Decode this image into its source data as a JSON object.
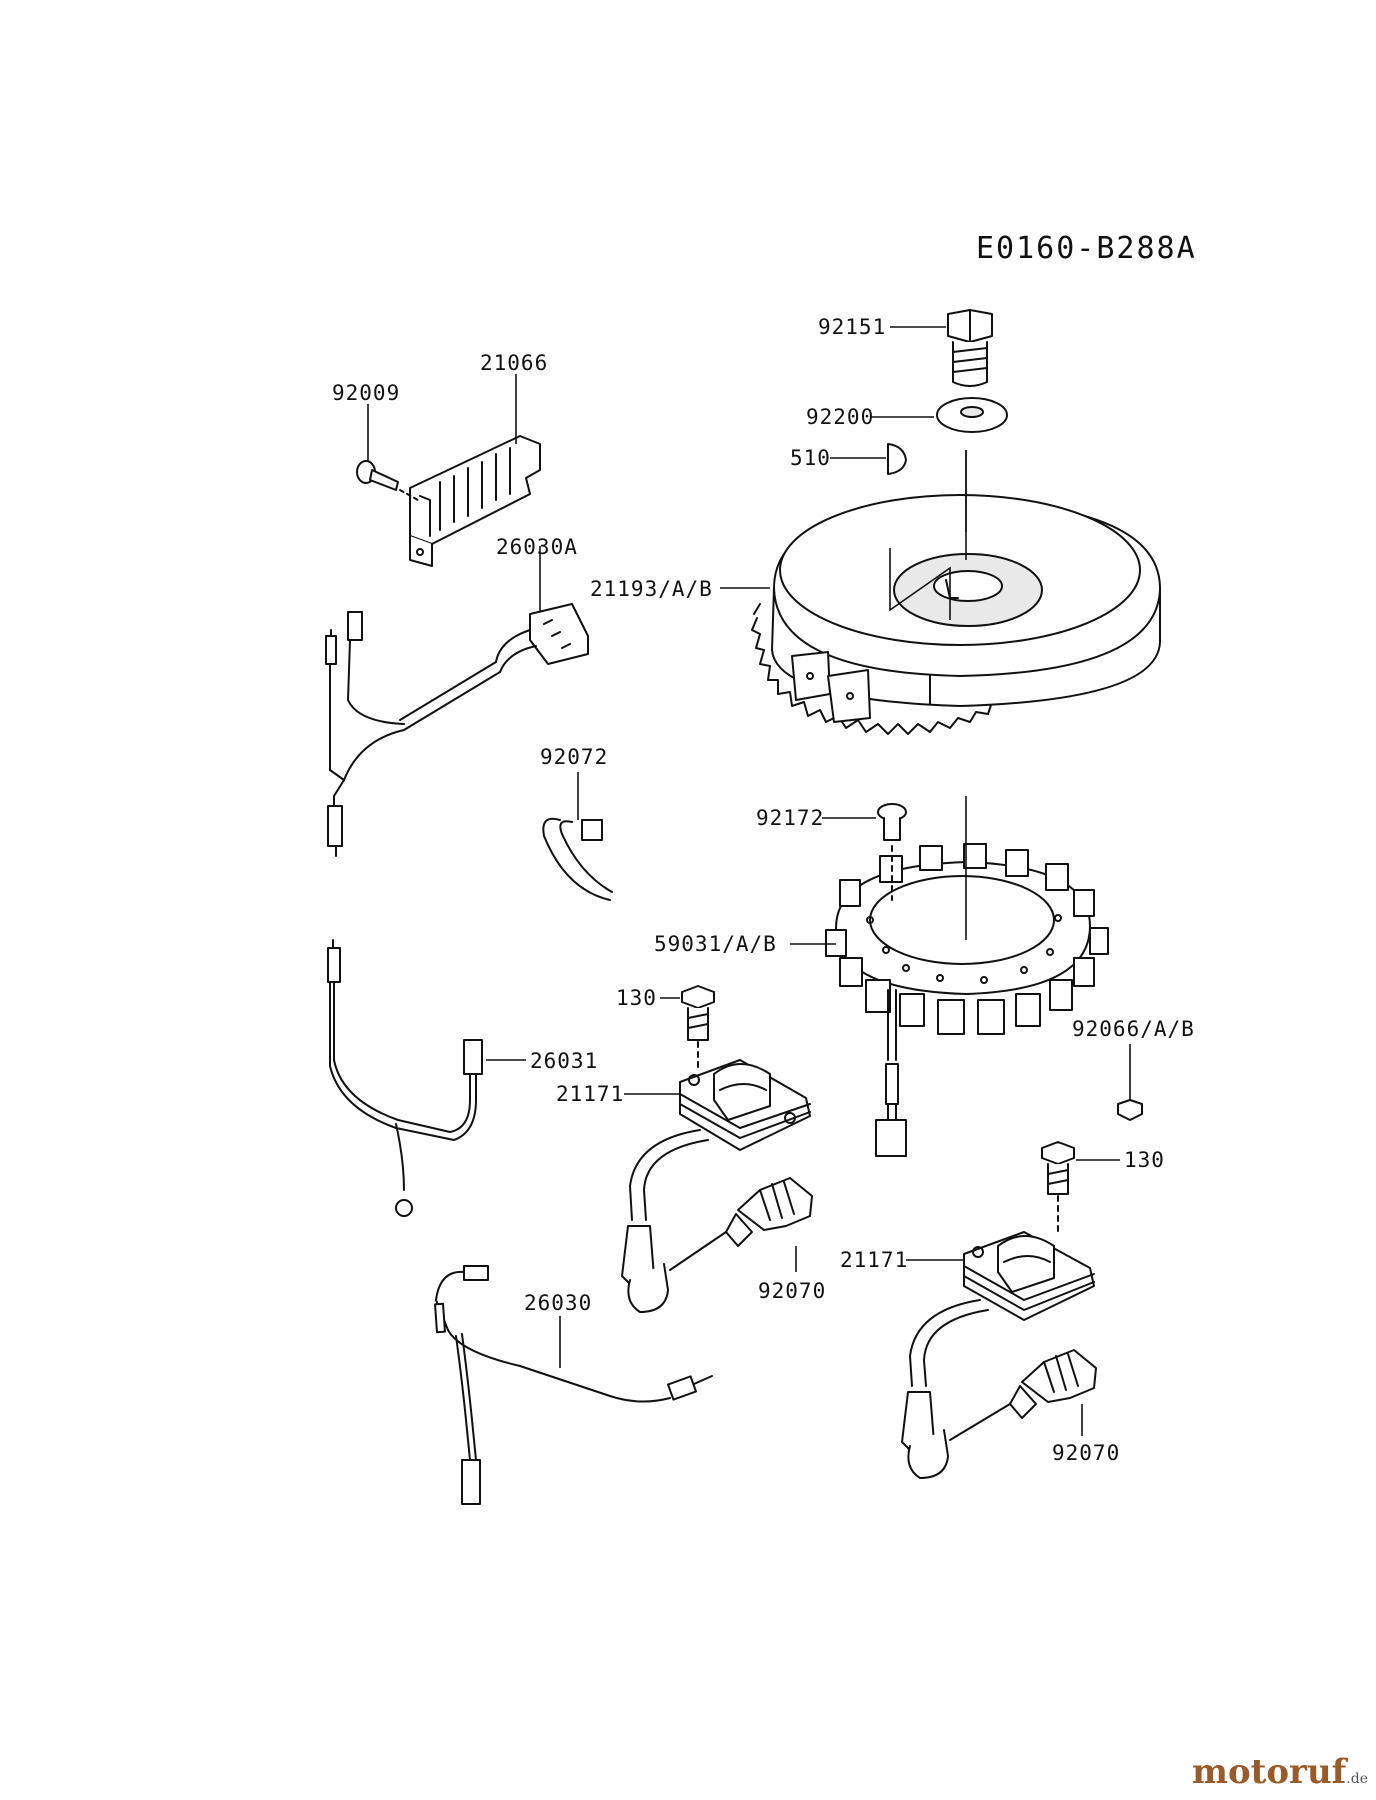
{
  "diagram_code": "E0160-B288A",
  "labels": {
    "p92151": "92151",
    "p92200": "92200",
    "p510": "510",
    "p21066": "21066",
    "p92009": "92009",
    "p26030A": "26030A",
    "p21193": "21193/A/B",
    "p92072": "92072",
    "p92172": "92172",
    "p59031": "59031/A/B",
    "p130a": "130",
    "p26031": "26031",
    "p21171a": "21171",
    "p92066": "92066/A/B",
    "p130b": "130",
    "p92070a": "92070",
    "p21171b": "21171",
    "p26030": "26030",
    "p92070b": "92070"
  },
  "watermark": {
    "main": "motoruf",
    "tld": ".de",
    "colors": {
      "main": "#9b5a2a",
      "tld": "#555555"
    }
  }
}
